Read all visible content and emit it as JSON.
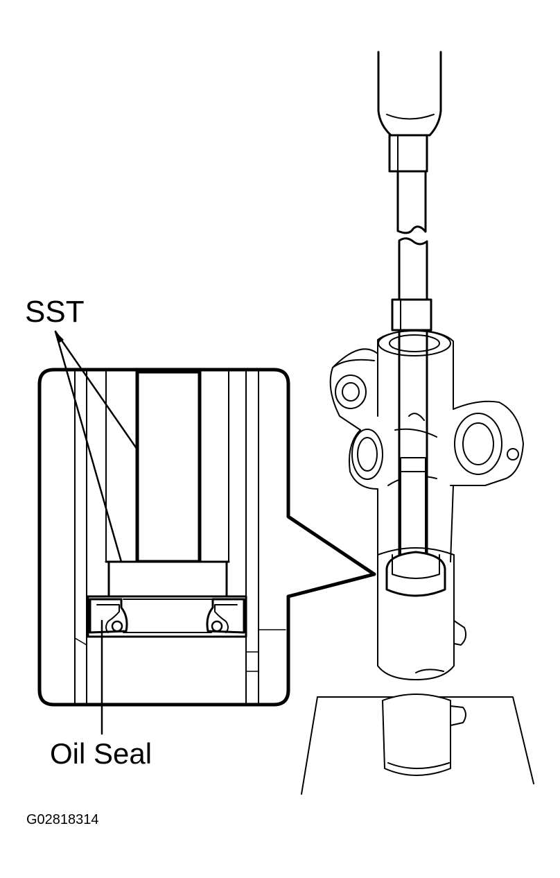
{
  "labels": {
    "sst": "SST",
    "oil_seal": "Oil Seal",
    "figure_code": "G02818314"
  },
  "colors": {
    "line": "#000000",
    "background": "#ffffff"
  }
}
